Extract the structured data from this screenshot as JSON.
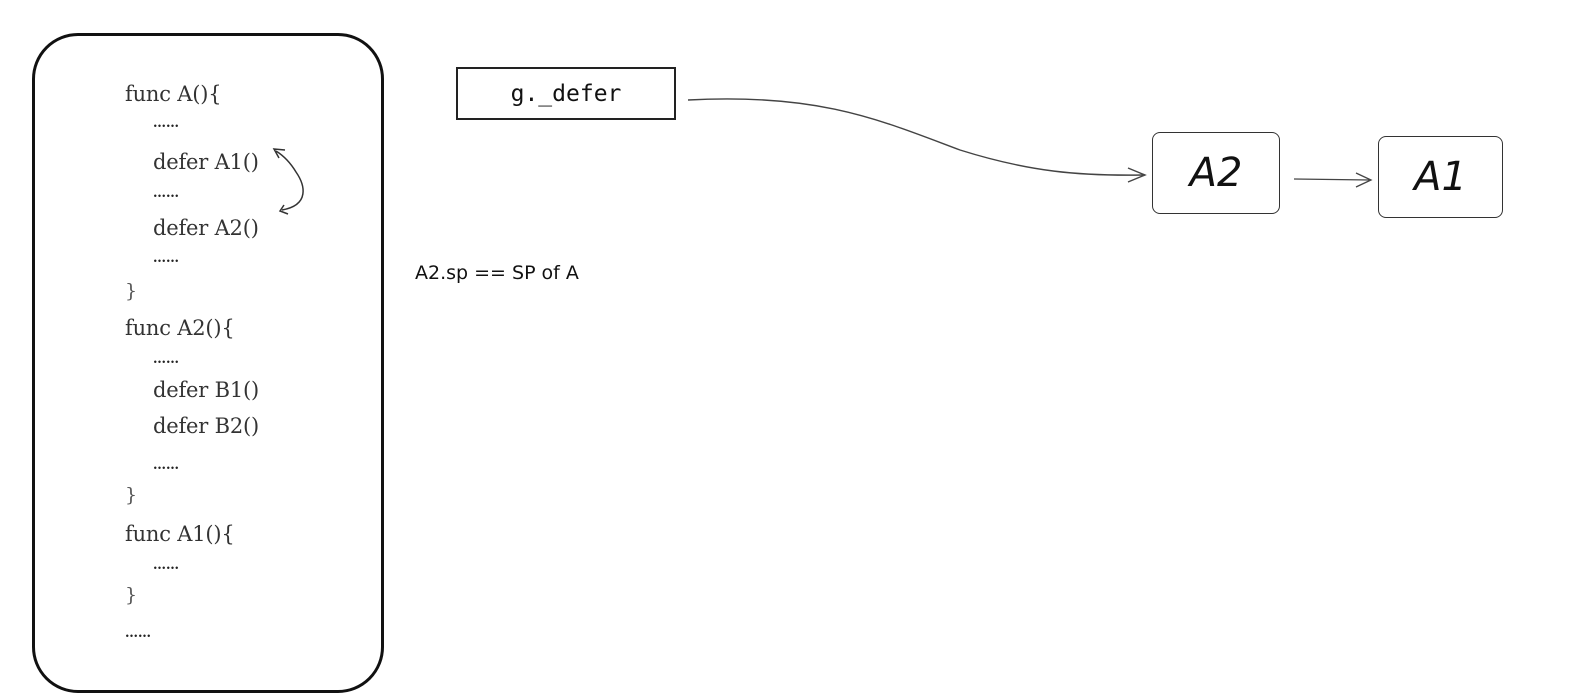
{
  "code_lines": [
    {
      "text": "func A(){",
      "indent": 0,
      "kind": "code"
    },
    {
      "text": "……",
      "indent": 1,
      "kind": "dots"
    },
    {
      "text": "defer A1()",
      "indent": 1,
      "kind": "code"
    },
    {
      "text": "……",
      "indent": 1,
      "kind": "dots"
    },
    {
      "text": "defer A2()",
      "indent": 1,
      "kind": "code"
    },
    {
      "text": "……",
      "indent": 1,
      "kind": "dots"
    },
    {
      "text": "}",
      "indent": 0,
      "kind": "brace"
    },
    {
      "text": "func A2(){",
      "indent": 0,
      "kind": "code"
    },
    {
      "text": "……",
      "indent": 1,
      "kind": "dots"
    },
    {
      "text": "defer B1()",
      "indent": 1,
      "kind": "code"
    },
    {
      "text": "defer B2()",
      "indent": 1,
      "kind": "code"
    },
    {
      "text": "……",
      "indent": 1,
      "kind": "dots"
    },
    {
      "text": "}",
      "indent": 0,
      "kind": "brace"
    },
    {
      "text": "func A1(){",
      "indent": 0,
      "kind": "code"
    },
    {
      "text": "……",
      "indent": 1,
      "kind": "dots"
    },
    {
      "text": "}",
      "indent": 0,
      "kind": "brace"
    },
    {
      "text": "……",
      "indent": 0,
      "kind": "dots"
    }
  ],
  "g_defer": {
    "label": "g._defer"
  },
  "defer_chain": [
    {
      "id": "a2",
      "label": "A2"
    },
    {
      "id": "a1",
      "label": "A1"
    }
  ],
  "note": {
    "text": "A2.sp == SP of A"
  },
  "colors": {
    "stroke": "#333333",
    "text": "#111111"
  }
}
